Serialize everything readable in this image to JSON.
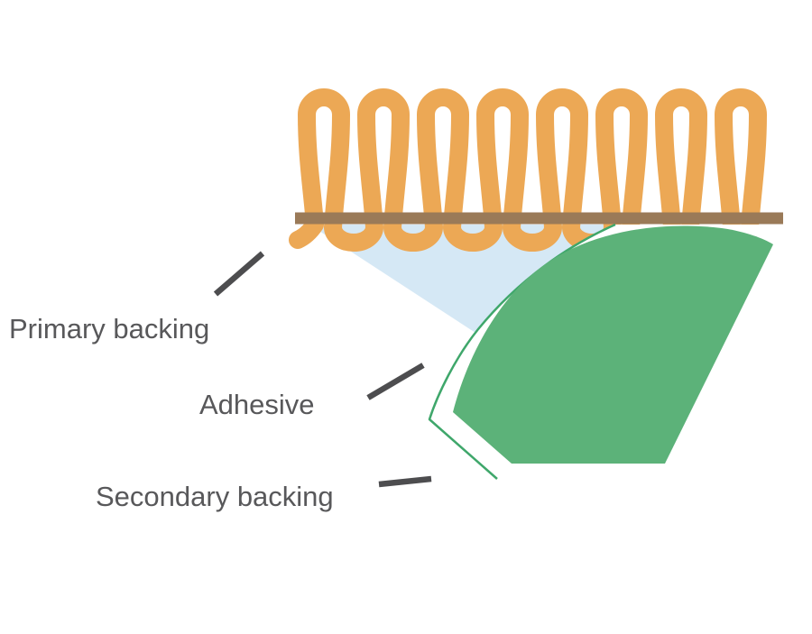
{
  "diagram": {
    "description": "Cross-section diagram of tufted carpet construction",
    "labels": {
      "primary": "Primary backing",
      "adhesive": "Adhesive",
      "secondary": "Secondary backing"
    }
  },
  "colors": {
    "background": "#ffffff",
    "yarn": "#eca855",
    "backing_bar": "#9a7a58",
    "adhesive_fill": "#d5e8f5",
    "secondary_fill": "#5cb279",
    "secondary_outline": "#3fa76b",
    "pointer_line": "#4d4d4f",
    "label_text": "#58585a"
  }
}
